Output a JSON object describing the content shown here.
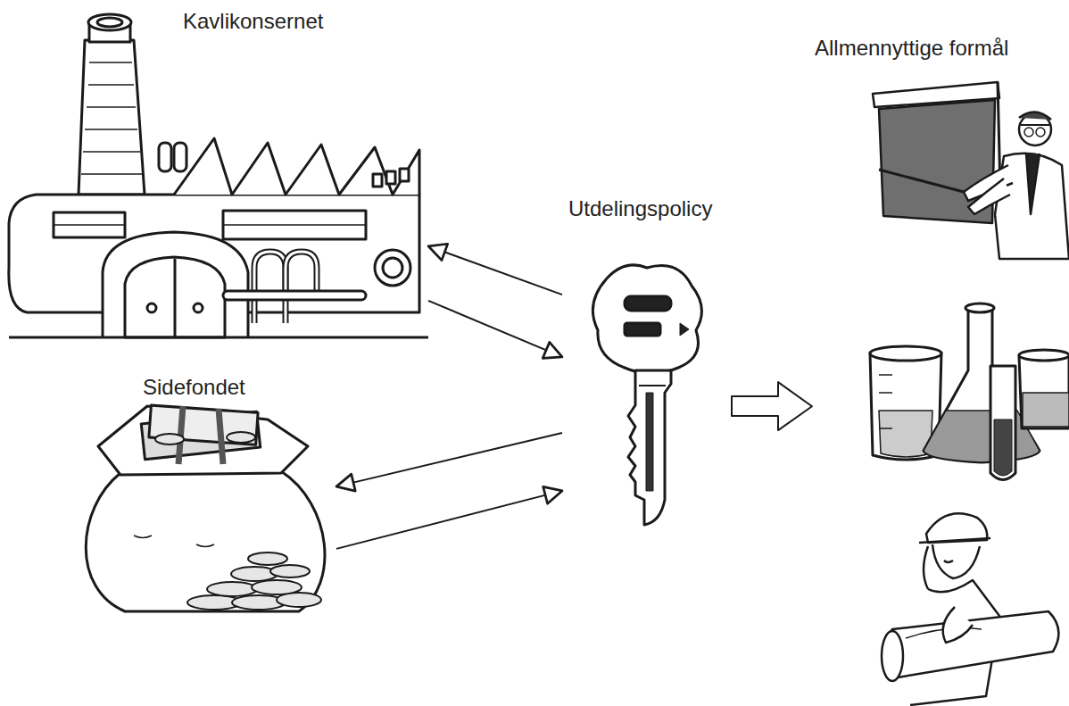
{
  "diagram": {
    "nodes": [
      {
        "text": [
          "Kavlikonsernet"
        ]
      },
      {
        "text": [
          "Sidefondet"
        ]
      },
      {
        "text": [
          "Utdelingspolicy"
        ]
      },
      {
        "text": [
          "Allmennyttige formål"
        ]
      }
    ],
    "edges": [
      {
        "from": 2,
        "to": 0,
        "arrow": "to"
      },
      {
        "from": 0,
        "to": 2,
        "arrow": "to"
      },
      {
        "from": 2,
        "to": 1,
        "arrow": "to"
      },
      {
        "from": 1,
        "to": 2,
        "arrow": "to"
      },
      {
        "from": 2,
        "to": 3,
        "arrow": "to"
      }
    ]
  }
}
